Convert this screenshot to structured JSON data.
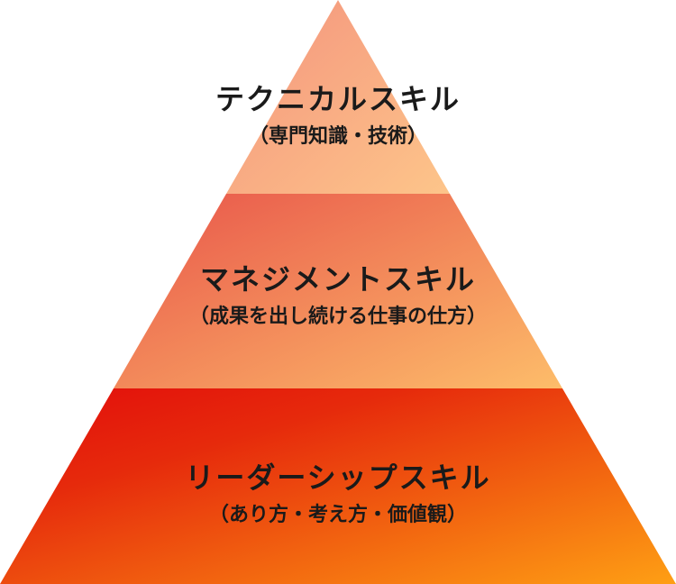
{
  "tiers": [
    {
      "title": "テクニカルスキル",
      "subtitle": "（専門知識・技術）"
    },
    {
      "title": "マネジメントスキル",
      "subtitle": "（成果を出し続ける仕事の仕方）"
    },
    {
      "title": "リーダーシップスキル",
      "subtitle": "（あり方・考え方・価値観）"
    }
  ],
  "colors": {
    "top_start": "#f4937d",
    "top_end": "#fdc58a",
    "middle_start": "#e8544a",
    "middle_end": "#fdbd6a",
    "bottom_start": "#e20c0c",
    "bottom_end": "#fe9f14"
  }
}
